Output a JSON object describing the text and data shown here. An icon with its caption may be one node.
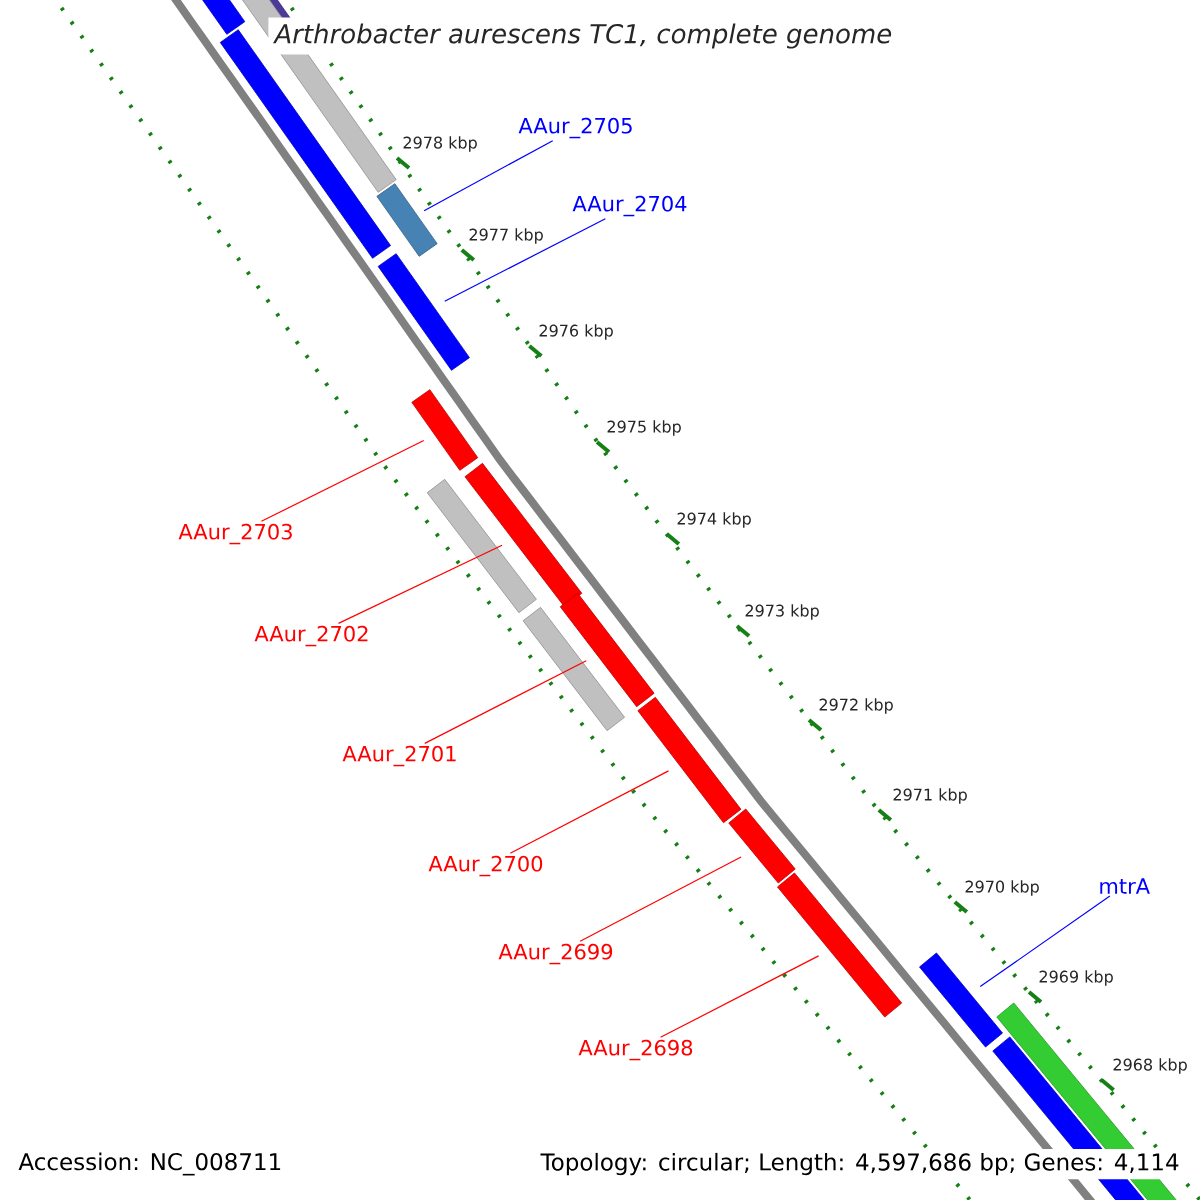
{
  "diagram": {
    "title": "Arthrobacter aurescens TC1, complete genome",
    "nodes": [
      {
        "text": [
          "AAur_2705"
        ]
      },
      {
        "text": [
          "AAur_2704"
        ]
      },
      {
        "text": [
          "mtrA"
        ]
      },
      {
        "text": [
          "AAur_2703"
        ]
      },
      {
        "text": [
          "AAur_2702"
        ]
      },
      {
        "text": [
          "AAur_2701"
        ]
      },
      {
        "text": [
          "AAur_2700"
        ]
      },
      {
        "text": [
          "AAur_2699"
        ]
      },
      {
        "text": [
          "AAur_2698"
        ]
      },
      {
        "text": [],
        "shape": "bar"
      },
      {
        "text": [],
        "shape": "bar"
      },
      {
        "text": [],
        "shape": "bar"
      },
      {
        "text": [],
        "shape": "bar"
      },
      {
        "text": [],
        "shape": "bar"
      },
      {
        "text": [],
        "shape": "bar"
      },
      {
        "text": [],
        "shape": "bar"
      },
      {
        "text": [],
        "shape": "bar"
      },
      {
        "text": [],
        "shape": "bar"
      }
    ],
    "edges": [
      {
        "from": 0,
        "to": 9,
        "arrow": "none",
        "color": "#0000ff"
      },
      {
        "from": 1,
        "to": 10,
        "arrow": "none",
        "color": "#0000ff"
      },
      {
        "from": 2,
        "to": 17,
        "arrow": "none",
        "color": "#0000ff"
      },
      {
        "from": 3,
        "to": 11,
        "arrow": "none"
      },
      {
        "from": 4,
        "to": 12,
        "arrow": "none"
      },
      {
        "from": 5,
        "to": 13,
        "arrow": "none"
      },
      {
        "from": 6,
        "to": 14,
        "arrow": "none"
      },
      {
        "from": 7,
        "to": 15,
        "arrow": "none"
      },
      {
        "from": 8,
        "to": 16,
        "arrow": "none"
      }
    ],
    "labels": [
      "2978 kbp",
      "2977 kbp",
      "2976 kbp",
      "2975 kbp",
      "2974 kbp",
      "2973 kbp",
      "2972 kbp",
      "2971 kbp",
      "2970 kbp",
      "2969 kbp",
      "2968 kbp",
      "Accession: NC_008711",
      "Topology: circular; Length: 4,597,686 bp; Genes: 4,114"
    ]
  }
}
